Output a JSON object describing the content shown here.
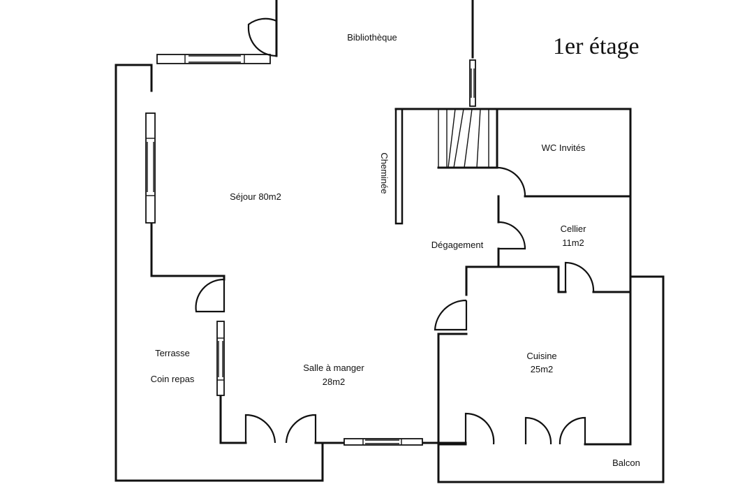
{
  "title": "1er étage",
  "rooms": {
    "bibliotheque": "Bibliothèque",
    "sejour": "Séjour 80m2",
    "cheminee": "Cheminée",
    "wc": "WC Invités",
    "cellier_name": "Cellier",
    "cellier_area": "11m2",
    "degagement": "Dégagement",
    "cuisine_name": "Cuisine",
    "cuisine_area": "25m2",
    "terrasse": "Terrasse",
    "coin_repas": "Coin repas",
    "salle_name": "Salle à manger",
    "salle_area": "28m2",
    "balcon": "Balcon"
  }
}
